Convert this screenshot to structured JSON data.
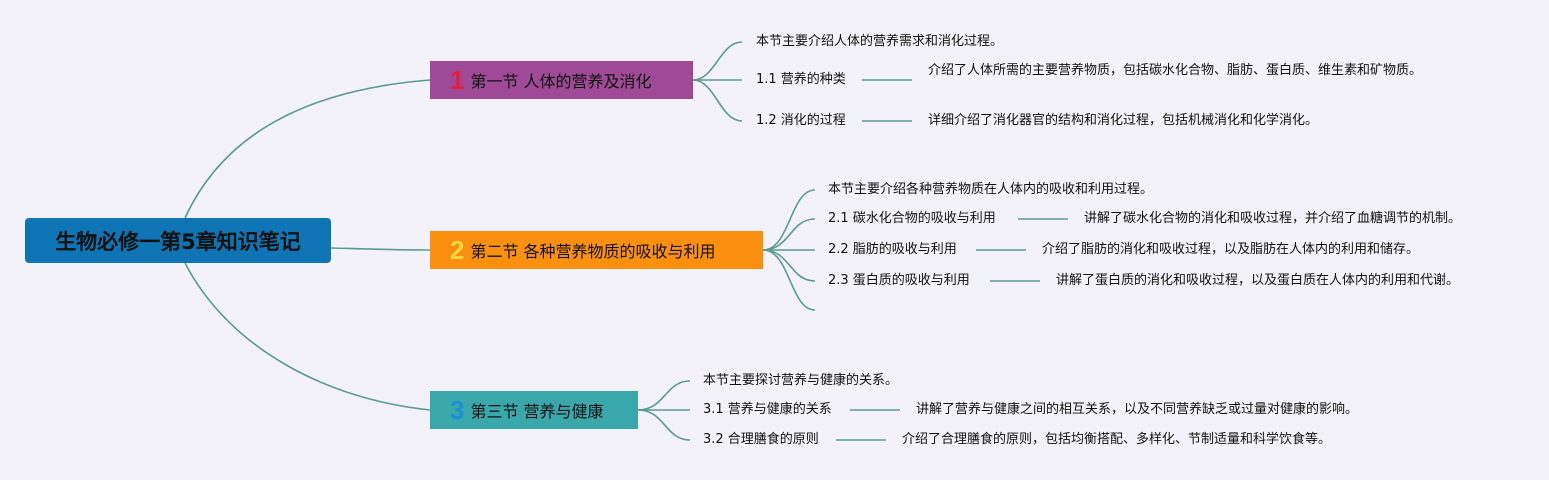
{
  "root": {
    "title": "生物必修一第5章知识笔记"
  },
  "sections": [
    {
      "number": "1",
      "title": "第一节 人体的营养及消化",
      "intro": "本节主要介绍人体的营养需求和消化过程。",
      "subs": [
        {
          "label": "1.1 营养的种类",
          "detail": "介绍了人体所需的主要营养物质，包括碳水化合物、脂肪、蛋白质、维生素和矿物质。"
        },
        {
          "label": "1.2 消化的过程",
          "detail": "详细介绍了消化器官的结构和消化过程，包括机械消化和化学消化。"
        }
      ]
    },
    {
      "number": "2",
      "title": "第二节 各种营养物质的吸收与利用",
      "intro": "本节主要介绍各种营养物质在人体内的吸收和利用过程。",
      "subs": [
        {
          "label": "2.1 碳水化合物的吸收与利用",
          "detail": "讲解了碳水化合物的消化和吸收过程，并介绍了血糖调节的机制。"
        },
        {
          "label": "2.2 脂肪的吸收与利用",
          "detail": "介绍了脂肪的消化和吸收过程，以及脂肪在人体内的利用和储存。"
        },
        {
          "label": "2.3 蛋白质的吸收与利用",
          "detail": "讲解了蛋白质的消化和吸收过程，以及蛋白质在人体内的利用和代谢。"
        }
      ]
    },
    {
      "number": "3",
      "title": "第三节 营养与健康",
      "intro": "本节主要探讨营养与健康的关系。",
      "subs": [
        {
          "label": "3.1 营养与健康的关系",
          "detail": "讲解了营养与健康之间的相互关系，以及不同营养缺乏或过量对健康的影响。"
        },
        {
          "label": "3.2 合理膳食的原则",
          "detail": "介绍了合理膳食的原则，包括均衡搭配、多样化、节制适量和科学饮食等。"
        }
      ]
    }
  ],
  "colors": {
    "background": "#f3f2f9",
    "connector": "#5d9a8f",
    "root": "#0e74b3",
    "section1": "#9f4a97",
    "section2": "#fb8f0e",
    "section3": "#3aa8ab",
    "num1": "#e2203c",
    "num2": "#fbd83b",
    "num3": "#1d8fd2"
  }
}
